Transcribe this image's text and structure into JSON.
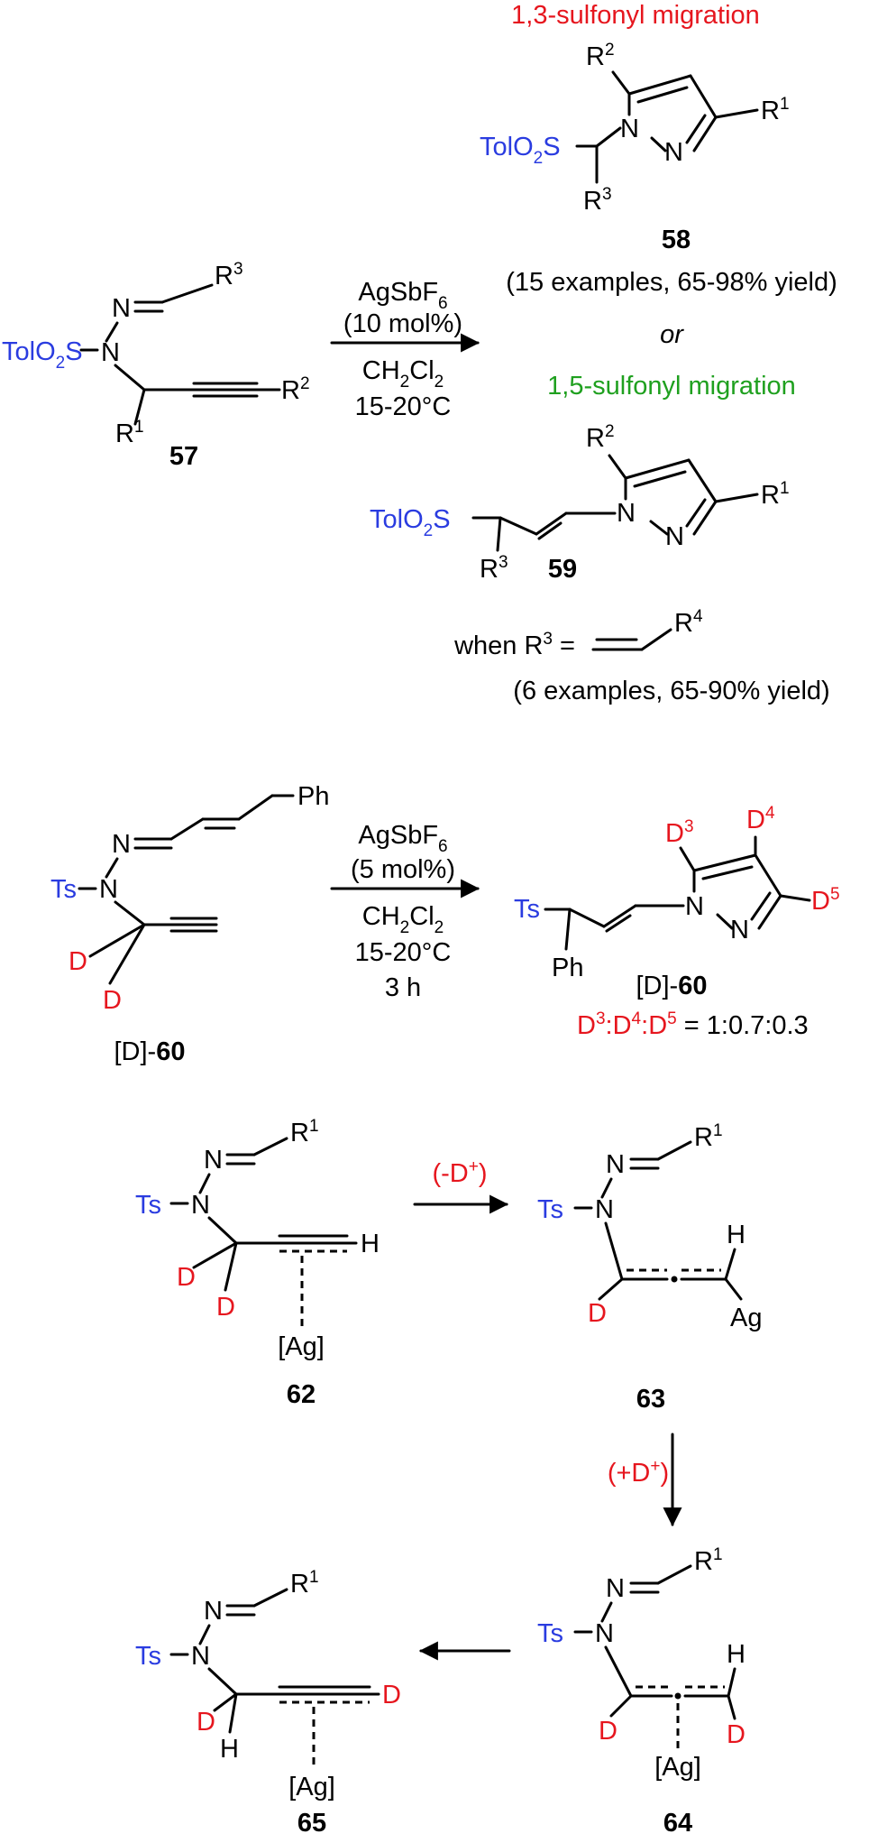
{
  "colors": {
    "text": "#000000",
    "blue_group": "#2a3ce0",
    "red_highlight": "#e6161e",
    "green_highlight": "#1fa01f",
    "background": "#ffffff"
  },
  "scheme1": {
    "headline_13": "1,3-sulfonyl migration",
    "headline_15": "1,5-sulfonyl migration",
    "or": "or",
    "sm_number": "57",
    "product58_number": "58",
    "product59_number": "59",
    "product58_note": "(15 examples, 65-98% yield)",
    "when_r3": "when R",
    "r3_equals": " =",
    "product59_note": "(6 examples, 65-90% yield)",
    "conditions": [
      "AgSbF",
      "(10 mol%)",
      "CH",
      "15-20°C"
    ],
    "cat_sub": "6",
    "solvent_sub1": "2",
    "solvent_tail": "Cl",
    "solvent_sub2": "2",
    "toluyl_sulfonyl": "TolO",
    "toluyl_sulfonyl_sub": "2",
    "toluyl_sulfonyl_tail": "S"
  },
  "scheme2": {
    "sm_label_prefix": "[D]-",
    "sm_label_num": "60",
    "product_label_prefix": "[D]-",
    "product_label_num": "60",
    "conditions": [
      "AgSbF",
      "(5 mol%)",
      "CH",
      "15-20°C",
      "3 h"
    ],
    "ratio_text": " = 1:0.7:0.3",
    "ph": "Ph",
    "ts": "Ts"
  },
  "scheme3": {
    "step1_label": "(-D",
    "step2_label": "(+D",
    "plus": "+",
    "close": ")",
    "compound62": "62",
    "compound63": "63",
    "compound64": "64",
    "compound65": "65",
    "ag_bracket": "[Ag]",
    "ag": "Ag",
    "h": "H",
    "d": "D",
    "n": "N",
    "r": "R"
  }
}
